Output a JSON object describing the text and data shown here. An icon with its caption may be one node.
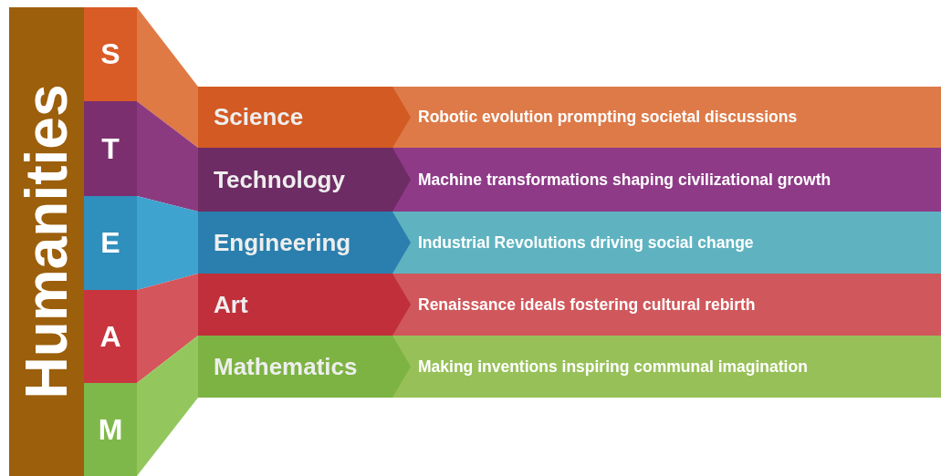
{
  "diagram": {
    "nodes": [
      {
        "text": [
          "Humanities"
        ]
      },
      {
        "text": [
          "S"
        ]
      },
      {
        "text": [
          "T"
        ]
      },
      {
        "text": [
          "E"
        ]
      },
      {
        "text": [
          "A"
        ]
      },
      {
        "text": [
          "M"
        ]
      },
      {
        "text": [
          "Science"
        ]
      },
      {
        "text": [
          "Robotic evolution prompting societal discussions"
        ]
      },
      {
        "text": [
          "Technology"
        ]
      },
      {
        "text": [
          "Machine transformations shaping civilizational growth"
        ]
      },
      {
        "text": [
          "Engineering"
        ]
      },
      {
        "text": [
          "Industrial Revolutions driving social change"
        ]
      },
      {
        "text": [
          "Art"
        ]
      },
      {
        "text": [
          "Renaissance ideals fostering cultural rebirth"
        ]
      },
      {
        "text": [
          "Mathematics"
        ]
      },
      {
        "text": [
          "Making inventions inspiring communal imagination"
        ]
      }
    ],
    "edges": [
      {
        "from": 1,
        "to": 6,
        "arrow": "none"
      },
      {
        "from": 2,
        "to": 8,
        "arrow": "none"
      },
      {
        "from": 3,
        "to": 10,
        "arrow": "none"
      },
      {
        "from": 4,
        "to": 12,
        "arrow": "none"
      },
      {
        "from": 5,
        "to": 14,
        "arrow": "none"
      }
    ]
  }
}
